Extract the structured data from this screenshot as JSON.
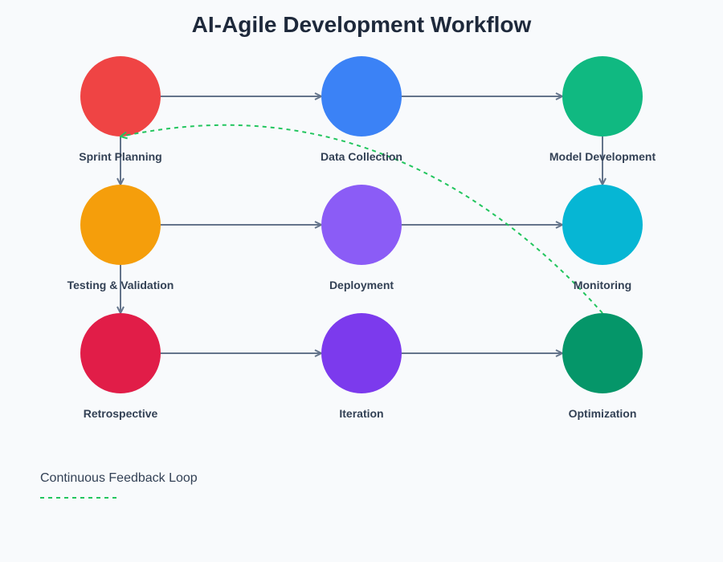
{
  "title": "AI-Agile Development Workflow",
  "colors": {
    "background": "#f8fafc",
    "edge": "#64748b",
    "feedback": "#22c55e",
    "label": "#334155",
    "title": "#1e293b"
  },
  "nodes": [
    {
      "id": "sprint-planning",
      "label": "Sprint Planning",
      "color": "#ef4444",
      "row": 0,
      "col": 0
    },
    {
      "id": "data-collection",
      "label": "Data Collection",
      "color": "#3b82f6",
      "row": 0,
      "col": 1
    },
    {
      "id": "model-development",
      "label": "Model Development",
      "color": "#10b981",
      "row": 0,
      "col": 2
    },
    {
      "id": "testing-validation",
      "label": "Testing & Validation",
      "color": "#f59e0b",
      "row": 1,
      "col": 0
    },
    {
      "id": "deployment",
      "label": "Deployment",
      "color": "#8b5cf6",
      "row": 1,
      "col": 1
    },
    {
      "id": "monitoring",
      "label": "Monitoring",
      "color": "#06b6d4",
      "row": 1,
      "col": 2
    },
    {
      "id": "retrospective",
      "label": "Retrospective",
      "color": "#e11d48",
      "row": 2,
      "col": 0
    },
    {
      "id": "iteration",
      "label": "Iteration",
      "color": "#7c3aed",
      "row": 2,
      "col": 1
    },
    {
      "id": "optimization",
      "label": "Optimization",
      "color": "#059669",
      "row": 2,
      "col": 2
    }
  ],
  "edges": [
    {
      "from": "sprint-planning",
      "to": "data-collection"
    },
    {
      "from": "data-collection",
      "to": "model-development"
    },
    {
      "from": "testing-validation",
      "to": "deployment"
    },
    {
      "from": "deployment",
      "to": "monitoring"
    },
    {
      "from": "retrospective",
      "to": "iteration"
    },
    {
      "from": "iteration",
      "to": "optimization"
    },
    {
      "from": "sprint-planning",
      "to": "testing-validation"
    },
    {
      "from": "model-development",
      "to": "monitoring"
    },
    {
      "from": "testing-validation",
      "to": "retrospective"
    }
  ],
  "feedback_edge": {
    "from": "optimization",
    "to": "sprint-planning",
    "style": "dashed"
  },
  "legend": {
    "label": "Continuous Feedback Loop"
  }
}
